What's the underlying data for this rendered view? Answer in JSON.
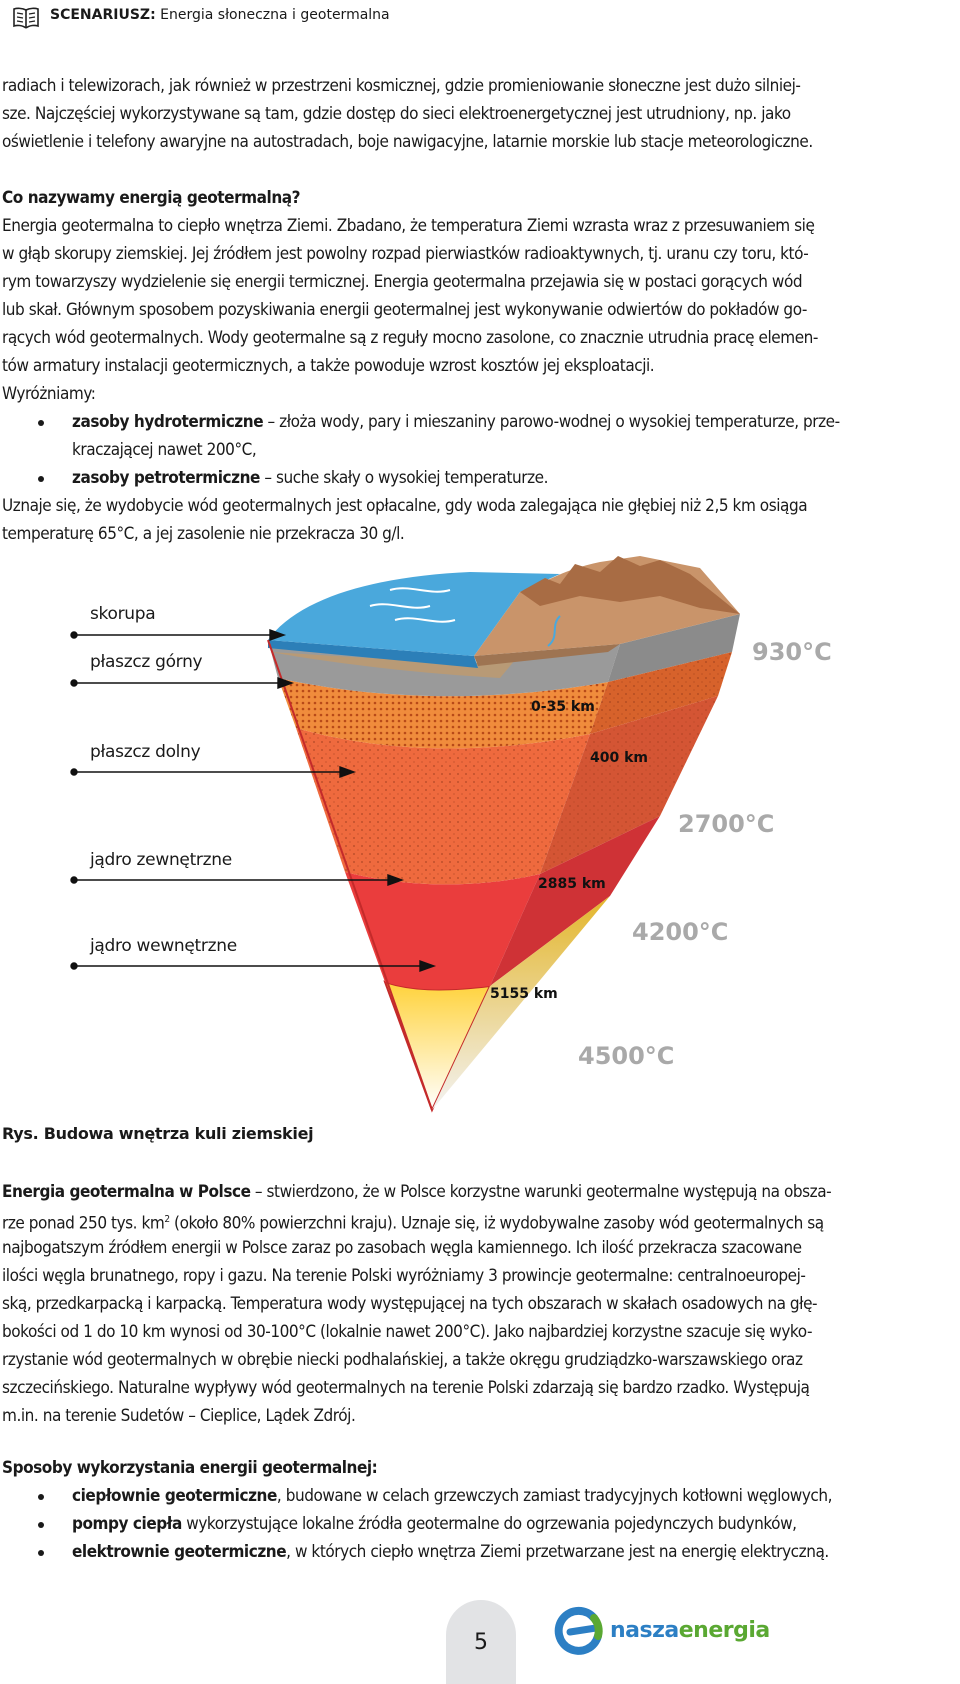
{
  "header": {
    "label": "SCENARIUSZ:",
    "title": "Energia słoneczna i geotermalna"
  },
  "intro_lines": [
    "radiach i telewizorach, jak również w przestrzeni kosmicznej, gdzie promieniowanie słoneczne jest dużo silniej-",
    "sze. Najczęściej wykorzystywane są tam, gdzie dostęp do sieci elektroenergetycznej jest utrudniony, np. jako",
    "oświetlenie i telefony awaryjne na autostradach, boje nawigacyjne, latarnie morskie lub stacje meteorologiczne."
  ],
  "geo": {
    "heading": "Co nazywamy energią geotermalną?",
    "lines": [
      "Energia geotermalna to ciepło wnętrza Ziemi. Zbadano, że temperatura Ziemi wzrasta wraz z przesuwaniem się",
      "w głąb skorupy ziemskiej. Jej źródłem jest powolny rozpad pierwiastków radioaktywnych, tj. uranu czy toru, któ-",
      "rym towarzyszy wydzielenie się energii termicznej. Energia geotermalna przejawia się w postaci gorących wód",
      "lub skał. Głównym sposobem pozyskiwania energii geotermalnej jest wykonywanie odwiertów do pokładów go-",
      "rących wód geotermalnych. Wody geotermalne są z reguły mocno zasolone, co znacznie utrudnia pracę elemen-",
      "tów armatury instalacji geotermicznych, a także powoduje wzrost kosztów jej eksploatacji.",
      "Wyróżniamy:"
    ],
    "bullets": [
      {
        "term": "zasoby hydrotermiczne",
        "text": " – złoża wody, pary i mieszaniny parowo-wodnej o wysokiej temperaturze, prze-",
        "cont": "kraczającej nawet 200°C,"
      },
      {
        "term": "zasoby petrotermiczne",
        "text": " – suche skały o wysokiej temperaturze."
      }
    ],
    "after": [
      "Uznaje się, że wydobycie wód geotermalnych jest opłacalne, gdy woda zalegająca nie głębiej niż 2,5 km osiąga",
      "temperaturę 65°C, a jej zasolenie nie przekracza 30 g/l."
    ]
  },
  "figure": {
    "layers": [
      "skorupa",
      "płaszcz górny",
      "płaszcz dolny",
      "jądro zewnętrzne",
      "jądro wewnętrzne"
    ],
    "depths": [
      "0-35 km",
      "400 km",
      "2885 km",
      "5155 km"
    ],
    "temperatures": [
      "930°C",
      "2700°C",
      "4200°C",
      "4500°C"
    ],
    "caption": "Rys. Budowa wnętrza kuli ziemskiej"
  },
  "poland": {
    "term": "Energia geotermalna w Polsce",
    "first": " – stwierdzono, że w Polsce korzystne warunki geotermalne występują na obsza-",
    "line2_a": "rze ponad 250 tys. km",
    "line2_sup": "2",
    "line2_b": " (około 80% powierzchni kraju). Uznaje się, iż wydobywalne zasoby wód geotermalnych są",
    "lines": [
      "najbogatszym źródłem energii w Polsce zaraz po zasobach węgla kamiennego. Ich ilość przekracza szacowane",
      "ilości węgla brunatnego, ropy i gazu. Na terenie Polski wyróżniamy 3 prowincje geotermalne: centralnoeuropej-",
      "ską, przedkarpacką i karpacką. Temperatura wody występującej na tych obszarach w skałach osadowych na głę-",
      "bokości od 1 do 10 km wynosi od 30-100°C (lokalnie nawet 200°C). Jako najbardziej korzystne szacuje się wyko-",
      "rzystanie wód geotermalnych w obrębie niecki podhalańskiej, a także okręgu grudziądzko-warszawskiego oraz",
      "szczecińskiego. Naturalne wypływy wód geotermalnych na terenie Polski zdarzają się bardzo rzadko. Występują",
      "m.in. na terenie Sudetów – Cieplice, Lądek Zdrój."
    ]
  },
  "uses": {
    "heading": "Sposoby wykorzystania energii geotermalnej:",
    "bullets": [
      {
        "term": "ciepłownie geotermiczne",
        "text": ", budowane w celach grzewczych zamiast tradycyjnych kotłowni węglowych,"
      },
      {
        "term": "pompy ciepła",
        "text": " wykorzystujące lokalne źródła geotermalne do ogrzewania pojedynczych budynków,"
      },
      {
        "term": "elektrownie geotermiczne",
        "text": ", w których ciepło wnętrza Ziemi przetwarzane jest na energię elektryczną."
      }
    ]
  },
  "footer": {
    "page_number": "5",
    "logo_part1": "nasza",
    "logo_part2": "energia"
  },
  "colors": {
    "brand_blue": "#2c7fc4",
    "brand_green": "#5aa832",
    "temp_gray": "#a9a9a9"
  }
}
